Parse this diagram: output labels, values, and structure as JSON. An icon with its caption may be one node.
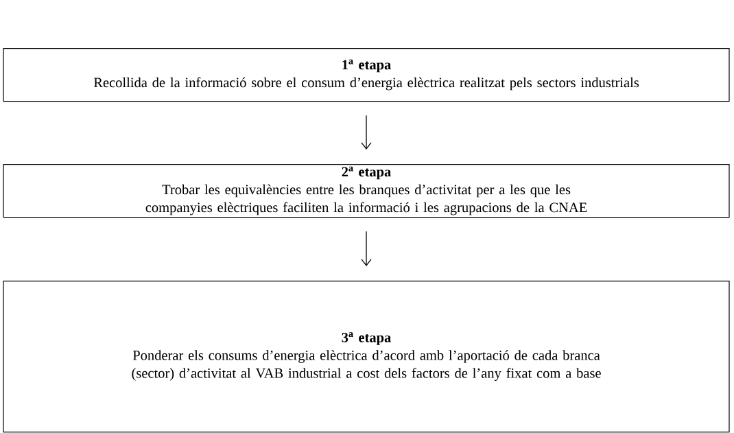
{
  "diagram": {
    "nodes": [
      {
        "text": [
          "1$^{a}$ etapa",
          "Recollida de la informació sobre el consum d’energia elèctrica realitzat pels sectors industrials"
        ]
      },
      {
        "text": [
          "2$^{a}$ etapa",
          "Trobar les equivalències entre les branques d’activitat per a les que les companyies elèctriques faciliten la informació i les agrupacions de la CNAE"
        ]
      },
      {
        "text": [
          "3$^{a}$ etapa",
          "Ponderar els consums d’energia elèctrica d’acord amb l’aportació de cada branca (sector) d’activitat al VAB industrial a cost dels factors de l’any fixat com a base"
        ]
      }
    ],
    "edges": [
      {
        "from": 0,
        "to": 1,
        "arrow": "to"
      },
      {
        "from": 1,
        "to": 2,
        "arrow": "to"
      }
    ]
  }
}
